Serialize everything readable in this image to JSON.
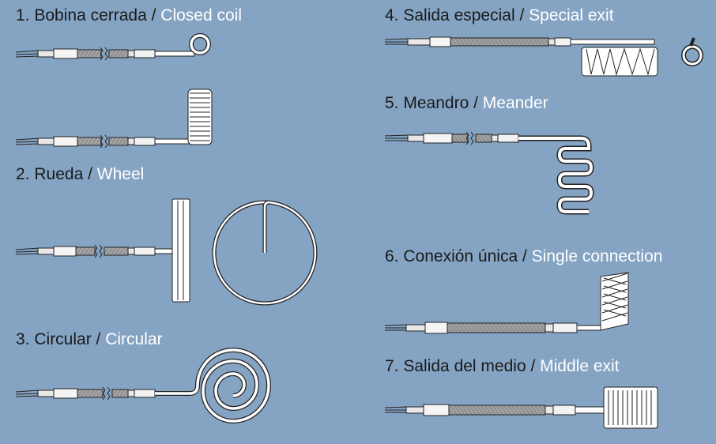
{
  "items": [
    {
      "number": "1.",
      "es": "Bobina cerrada ",
      "en": "Closed coil"
    },
    {
      "number": "2.",
      "es": "Rueda",
      "en": "Wheel"
    },
    {
      "number": "3.",
      "es": "Circular",
      "en": "Circular"
    },
    {
      "number": "4.",
      "es": "Salida especial",
      "en": "Special exit"
    },
    {
      "number": "5.",
      "es": "Meandro",
      "en": "Meander"
    },
    {
      "number": "6.",
      "es": "Conexión única",
      "en": "Single connection"
    },
    {
      "number": "7.",
      "es": "Salida del medio",
      "en": "Middle exit"
    }
  ],
  "separator": " / ",
  "colors": {
    "background": "#85a4c3",
    "native_text": "#1a1a1a",
    "english_text": "#ffffff",
    "sheath": "#9a9a9a",
    "outline": "#222222"
  }
}
